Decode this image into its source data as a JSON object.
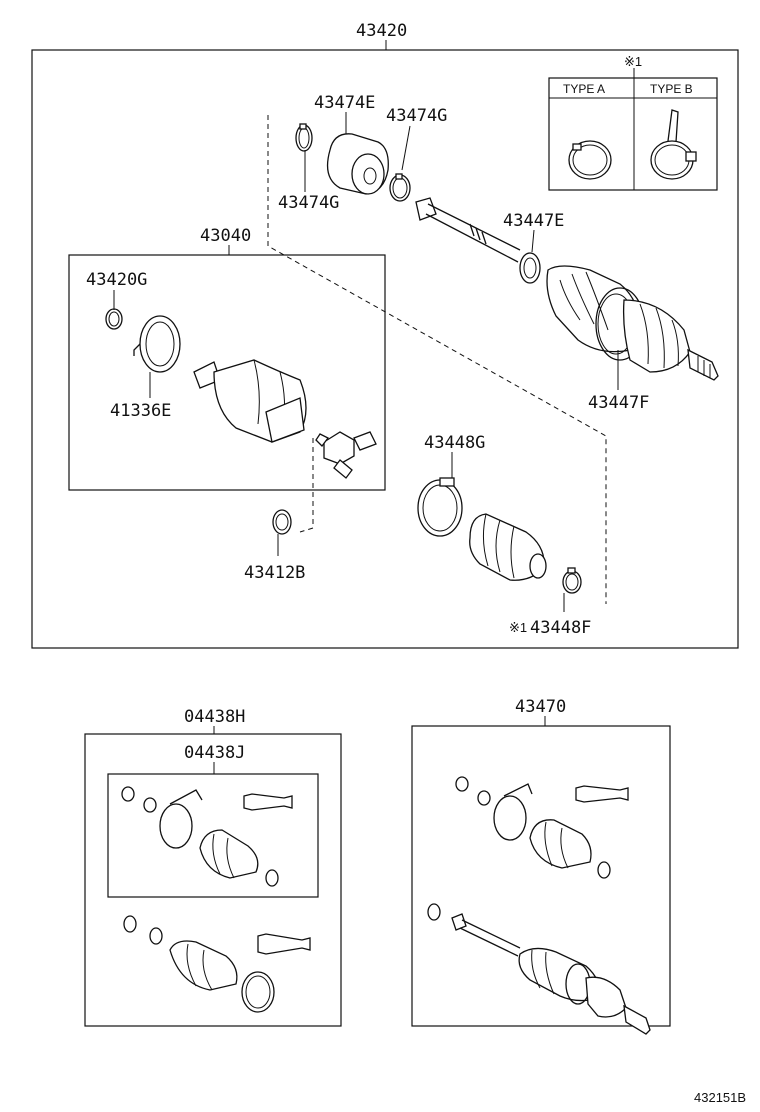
{
  "labels": {
    "assembly_main": "43420",
    "boot_kit_inner": "43474E",
    "clamp_inner_top": "43474G",
    "clamp_inner_left": "43474G",
    "inner_joint_assy": "43040",
    "snap_ring": "43420G",
    "bearing": "41336E",
    "shaft_ring": "43412B",
    "outer_ring": "43447E",
    "outer_band": "43447F",
    "outer_clamp_large": "43448G",
    "outer_clamp_small": "43448F",
    "note_marker_small": "※1",
    "note_marker_outer": "※1",
    "type_a": "TYPE A",
    "type_b": "TYPE B",
    "kit_outer": "04438H",
    "kit_inner": "04438J",
    "assembly_alt": "43470",
    "diagram_id": "432151B"
  }
}
